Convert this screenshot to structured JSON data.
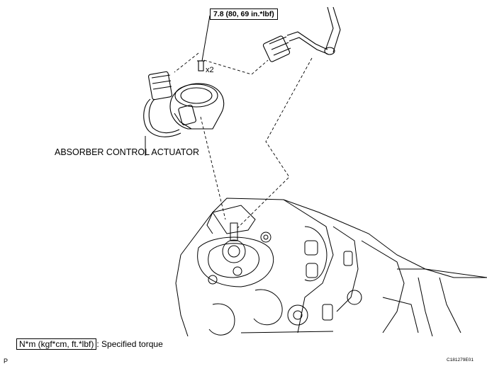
{
  "torque_callout": "7.8 (80, 69 in.*lbf)",
  "quantity": "x2",
  "part_label": "ABSORBER CONTROL ACTUATOR",
  "legend": {
    "unit_box": "N*m (kgf*cm, ft.*lbf)",
    "description": ": Specified torque"
  },
  "corner_mark": "P",
  "figure_code": "C181279E01"
}
